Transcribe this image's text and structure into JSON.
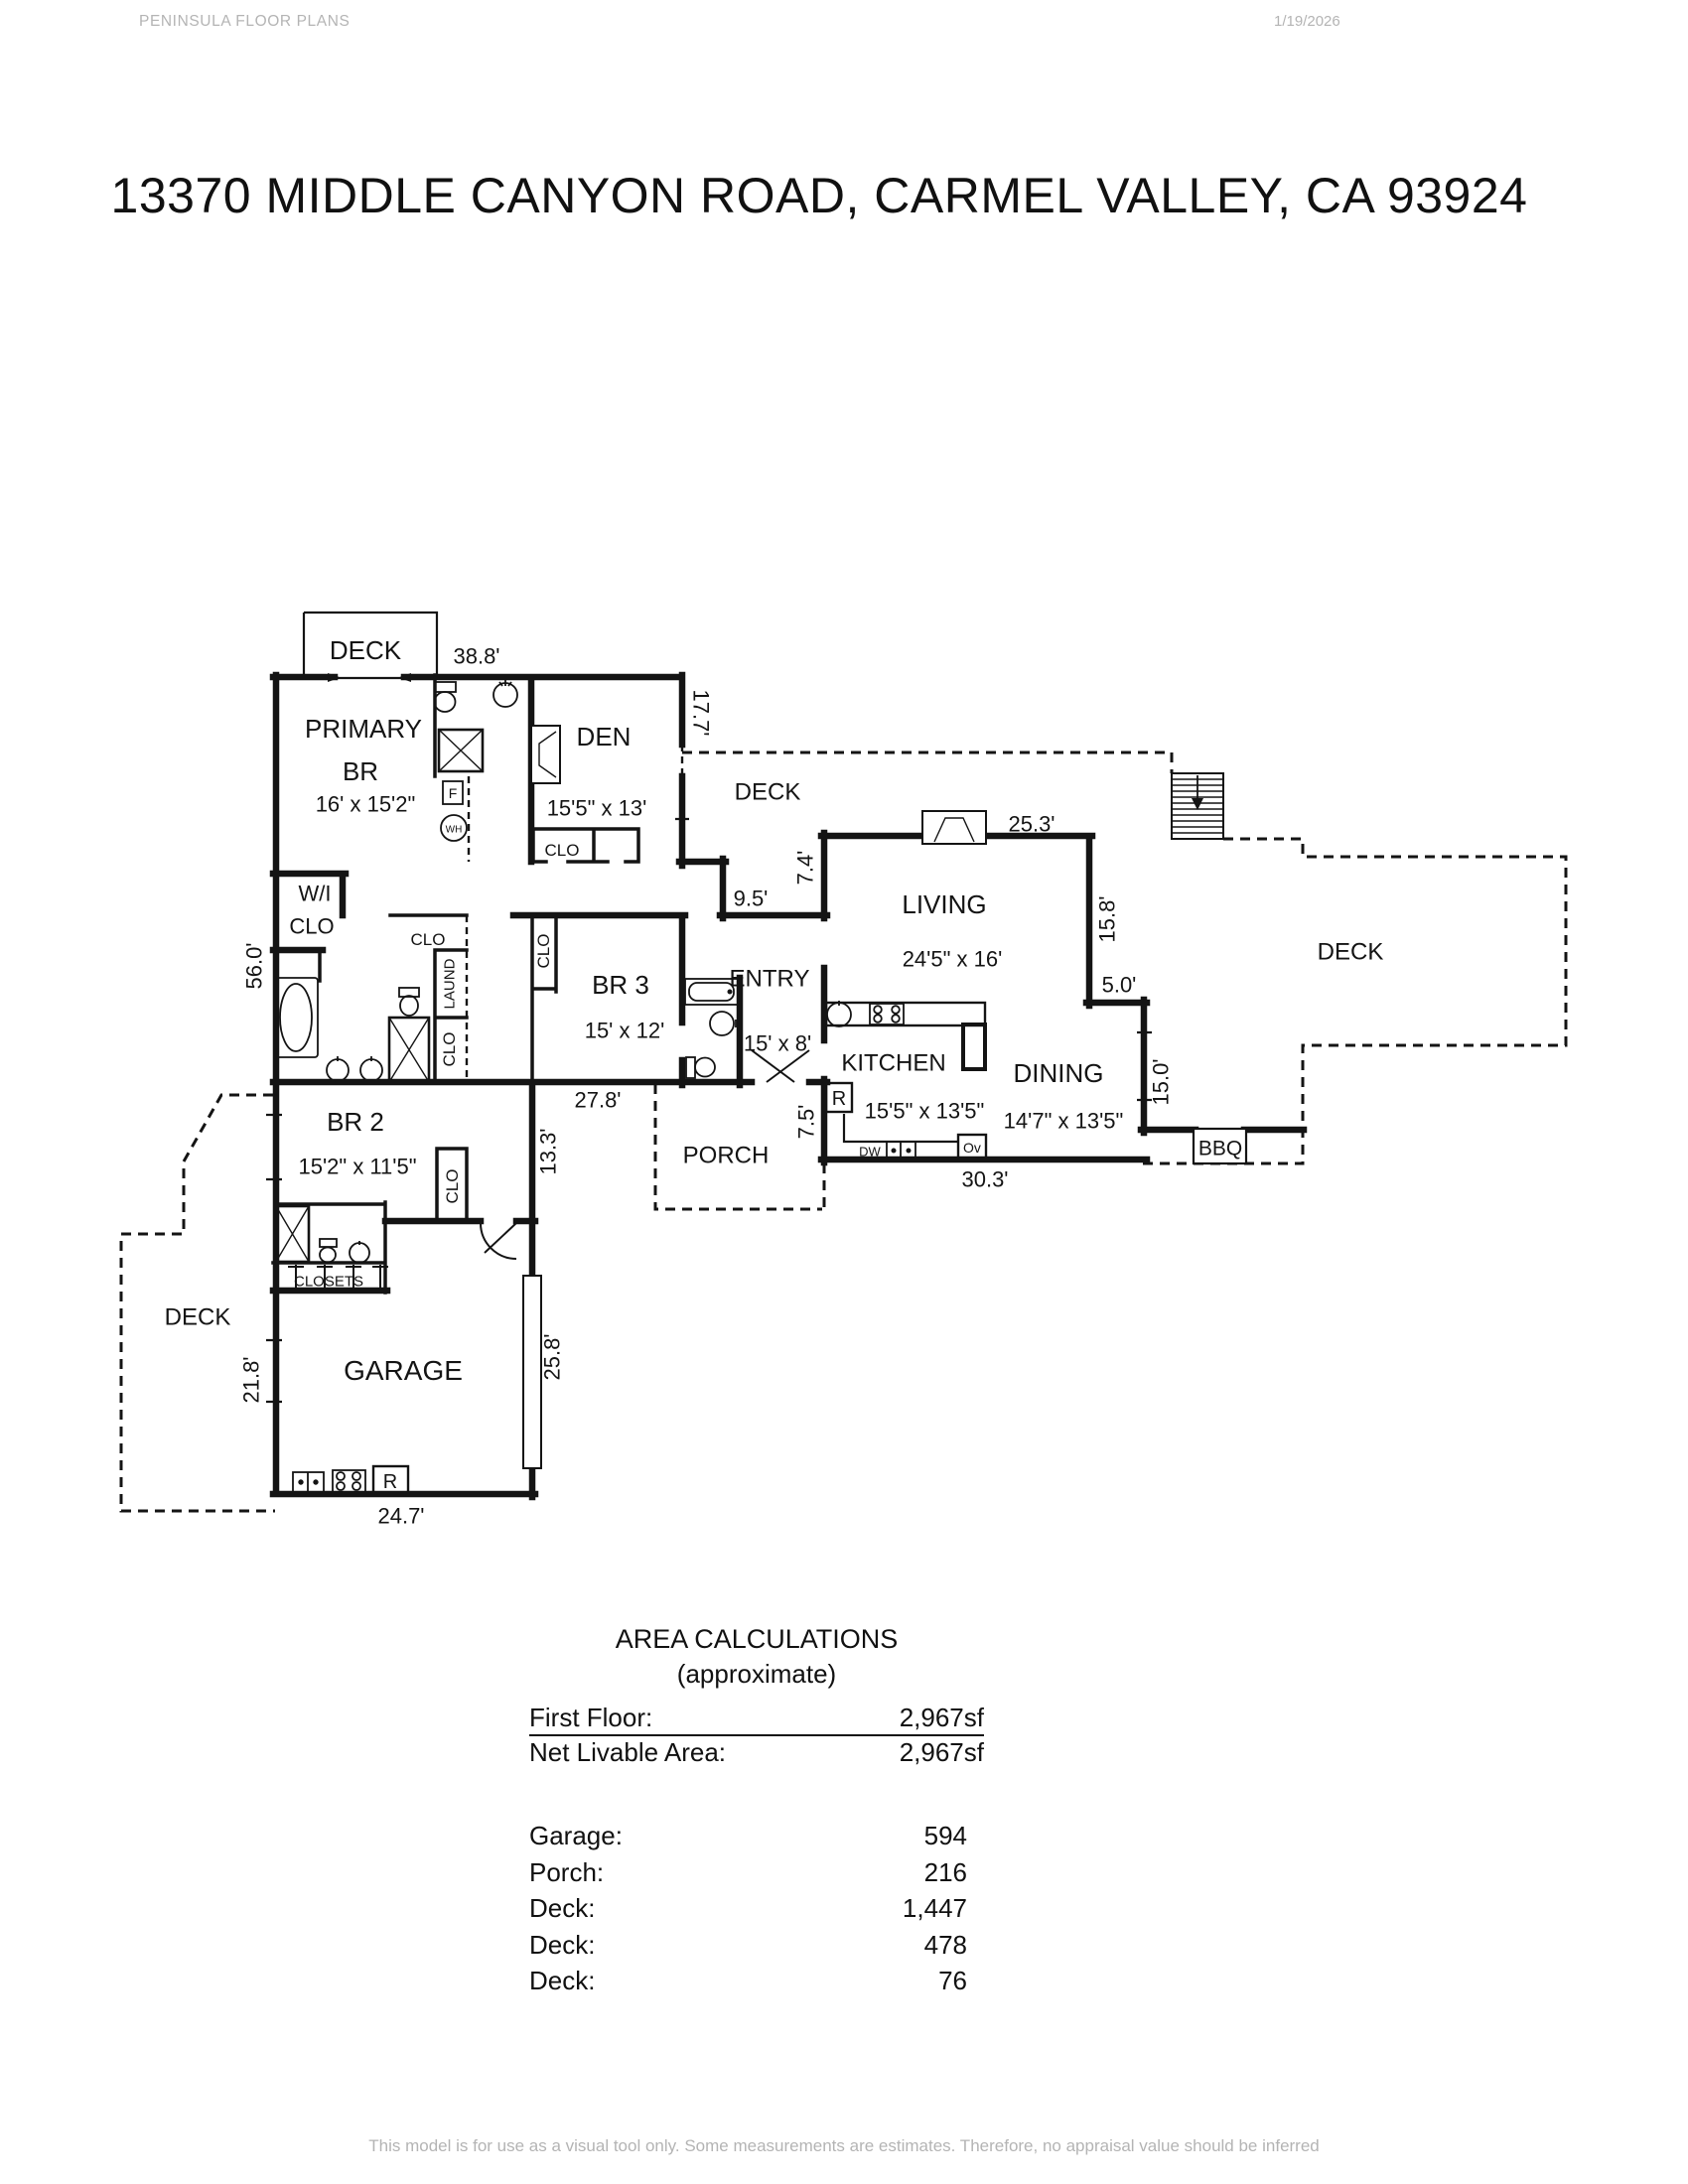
{
  "header": {
    "brand": "PENINSULA FLOOR PLANS",
    "date": "1/19/2026"
  },
  "title": "13370 MIDDLE CANYON ROAD, CARMEL VALLEY, CA  93924",
  "plan": {
    "rooms": {
      "deck_top": "DECK",
      "primary_1": "PRIMARY",
      "primary_2": "BR",
      "primary_dim": "16' x 15'2\"",
      "den": "DEN",
      "den_dim": "15'5\" x 13'",
      "den_clo": "CLO",
      "deck_mid": "DECK",
      "living": "LIVING",
      "living_dim": "24'5\" x 16'",
      "deck_right": "DECK",
      "wi_1": "W/I",
      "wi_2": "CLO",
      "hall_clo": "CLO",
      "laund": "LAUND",
      "hall_clo2": "CLO",
      "br3_clo": "CLO",
      "br3": "BR 3",
      "br3_dim": "15' x 12'",
      "entry": "ENTRY",
      "entry_dim": "15' x 8'",
      "kitchen": "KITCHEN",
      "kitchen_dim": "15'5\" x 13'5\"",
      "dining": "DINING",
      "dining_dim": "14'7\" x 13'5\"",
      "br2": "BR 2",
      "br2_dim": "15'2\" x 11'5\"",
      "br2_clo": "CLO",
      "porch": "PORCH",
      "closets": "CLOSETS",
      "garage": "GARAGE",
      "deck_left": "DECK"
    },
    "dims": {
      "top": "38.8'",
      "den_side": "17.7'",
      "living_top": "25.3'",
      "deck_w": "9.5'",
      "deck_h": "7.4'",
      "living_side": "15.8'",
      "jog": "5.0'",
      "west": "56.0'",
      "dining_side": "15.0'",
      "mid_bottom": "27.8'",
      "porch_side": "7.5'",
      "dining_bottom": "30.3'",
      "br2_side": "13.3'",
      "deck_left_side": "21.8'",
      "garage_side": "25.8'",
      "garage_bottom": "24.7'"
    },
    "fixtures": {
      "fridge": "R",
      "fridge_garage": "R",
      "dishwasher": "DW",
      "oven": "Ov",
      "furnace": "F",
      "water_heater": "WH",
      "bbq": "BBQ"
    }
  },
  "area_table": {
    "title": "AREA CALCULATIONS",
    "subtitle": "(approximate)",
    "summary": [
      {
        "label": "First  Floor:",
        "value": "2,967sf"
      },
      {
        "label": "Net Livable Area:",
        "value": "2,967sf"
      }
    ],
    "items": [
      {
        "label": "Garage:",
        "value": "594"
      },
      {
        "label": "Porch:",
        "value": "216"
      },
      {
        "label": "Deck:",
        "value": "1,447"
      },
      {
        "label": "Deck:",
        "value": "478"
      },
      {
        "label": "Deck:",
        "value": "76"
      }
    ]
  },
  "footer": {
    "disclaimer": "This model is for use as a visual tool only. Some measurements are estimates. Therefore, no appraisal value should be inferred"
  }
}
